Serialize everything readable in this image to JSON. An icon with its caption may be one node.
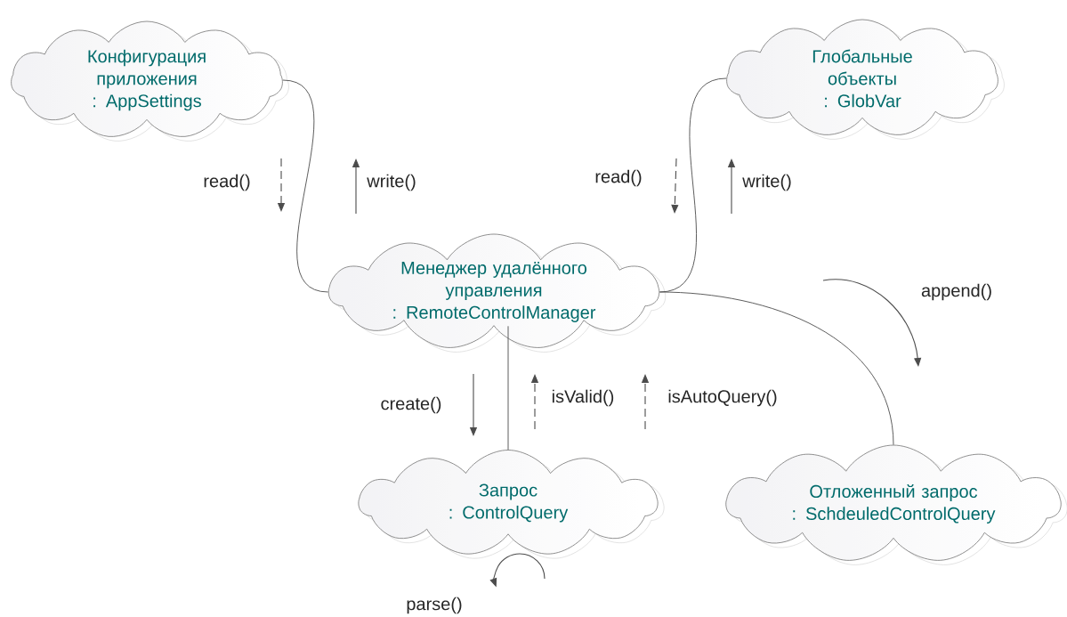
{
  "diagram": {
    "nodes": [
      {
        "text": [
          "Конфигурация приложения",
          ": AppSettings"
        ]
      },
      {
        "text": [
          "Глобальные объекты",
          ": GlobVar"
        ]
      },
      {
        "text": [
          "Менеджер удалённого управления",
          ": RemoteControlManager"
        ]
      },
      {
        "text": [
          "Запрос",
          ": ControlQuery"
        ]
      },
      {
        "text": [
          "Отложенный запрос",
          ": SchdeuledControlQuery"
        ]
      }
    ],
    "edges": [
      {
        "from": 0,
        "to": 2,
        "arrow": "none"
      },
      {
        "from": 1,
        "to": 2,
        "arrow": "none"
      },
      {
        "from": 2,
        "to": 3,
        "arrow": "none"
      },
      {
        "from": 2,
        "to": 4,
        "arrow": "none"
      }
    ],
    "labels": [
      "read()",
      "write()",
      "read()",
      "write()",
      "append()",
      "create()",
      "isValid()",
      "isAutoQuery()",
      "parse()"
    ]
  }
}
